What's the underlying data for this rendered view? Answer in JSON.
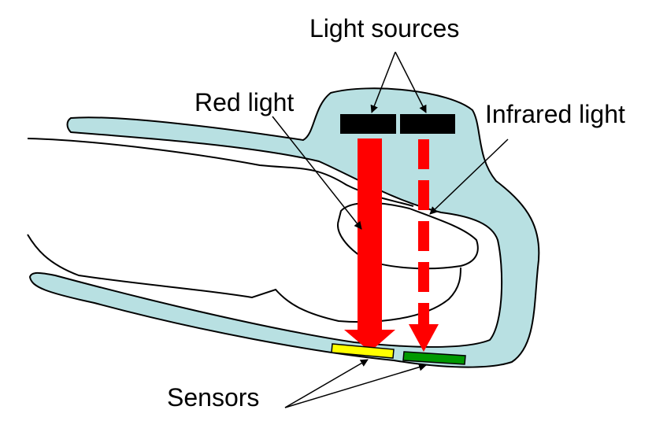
{
  "labels": {
    "light_sources": "Light sources",
    "red_light": "Red light",
    "infrared_light": "Infrared light",
    "sensors": "Sensors"
  },
  "colors": {
    "probe": "#b8e0e2",
    "red_light": "#ff0000",
    "red_sensor": "#ffff00",
    "infrared_sensor": "#009900",
    "emitter": "#000000"
  }
}
